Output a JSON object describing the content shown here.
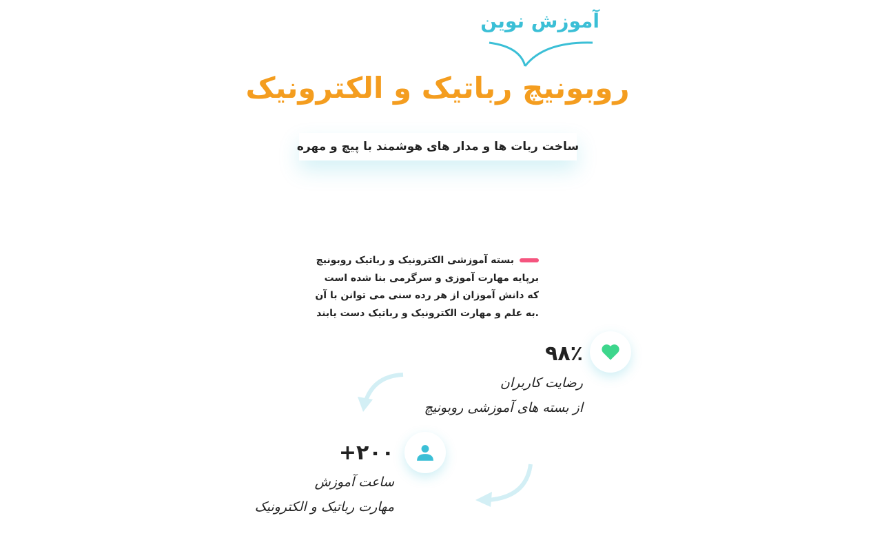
{
  "brand": {
    "subtitle": "آموزش نوین",
    "title": "روبونیچ رباتیک و الکترونیک",
    "tagline": "ساخت ربات ها و مدار های هوشمند با پیچ و مهره"
  },
  "intro": {
    "lines": [
      "بسته آموزشی الکترونیک و رباتیک روبونیچ",
      "برپایه مهارت آموزی و سرگرمی بنا شده است",
      "که دانش آموزان از هر رده سنی می توانن با آن",
      ".به علم و مهارت الکترونیک و رباتیک دست یابند"
    ]
  },
  "stats": [
    {
      "icon": "heart-icon",
      "value": "۹۸٪",
      "line1": "رضایت کاربران",
      "line2": "از بسته های آموزشی روبونیچ",
      "color": "#3dd68c"
    },
    {
      "icon": "user-icon",
      "value": "+۲۰۰",
      "line1": "ساعت آموزش",
      "line2": "مهارت رباتیک و الکترونیک",
      "color": "#3bbfd6"
    }
  ],
  "colors": {
    "orange": "#f49d1f",
    "cyan": "#3bbfd6",
    "pink": "#f5557f",
    "green": "#3dd68c",
    "arrow": "#d3eff5"
  }
}
